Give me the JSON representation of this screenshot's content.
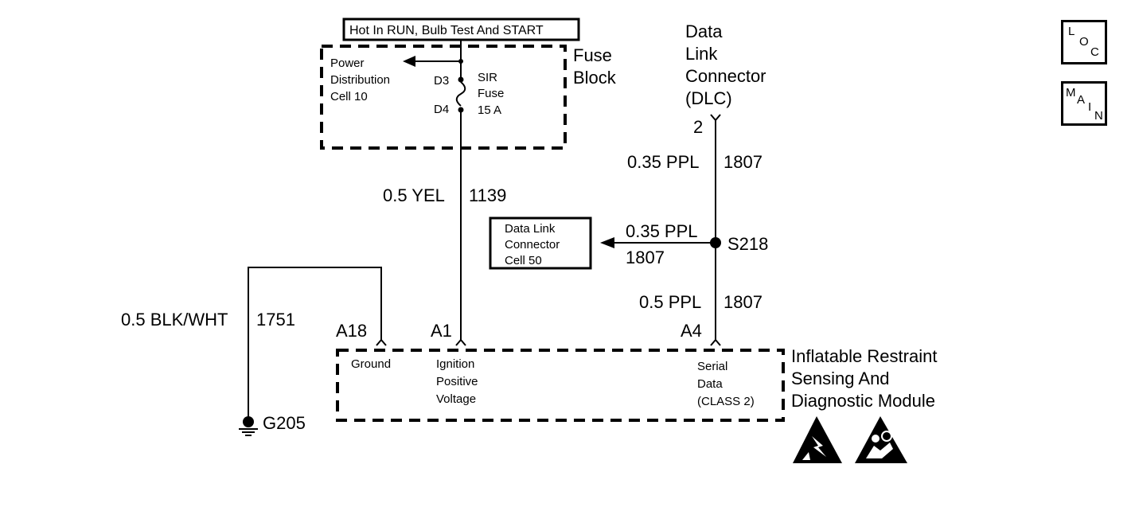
{
  "power_header": "Hot In RUN, Bulb Test And START",
  "fuse_block": {
    "title_1": "Fuse",
    "title_2": "Block",
    "power_dist_1": "Power",
    "power_dist_2": "Distribution",
    "power_dist_3": "Cell 10",
    "pin_top": "D3",
    "pin_bottom": "D4",
    "fuse_1": "SIR",
    "fuse_2": "Fuse",
    "fuse_3": "15 A"
  },
  "dlc": {
    "line1": "Data",
    "line2": "Link",
    "line3": "Connector",
    "line4": "(DLC)",
    "pin": "2"
  },
  "wires": {
    "yel_gauge": "0.5 YEL",
    "yel_circuit": "1139",
    "ppl_top_gauge": "0.35 PPL",
    "ppl_top_circuit": "1807",
    "ppl_branch_gauge": "0.35 PPL",
    "ppl_branch_circuit": "1807",
    "ppl_bottom_gauge": "0.5 PPL",
    "ppl_bottom_circuit": "1807",
    "blk_gauge": "0.5 BLK/WHT",
    "blk_circuit": "1751"
  },
  "splice": "S218",
  "dlc_ref": {
    "line1": "Data Link",
    "line2": "Connector",
    "line3": "Cell 50"
  },
  "module": {
    "title_1": "Inflatable Restraint",
    "title_2": "Sensing And",
    "title_3": "Diagnostic Module",
    "pin_a18": "A18",
    "pin_a1": "A1",
    "pin_a4": "A4",
    "ground": "Ground",
    "ign_1": "Ignition",
    "ign_2": "Positive",
    "ign_3": "Voltage",
    "serial_1": "Serial",
    "serial_2": "Data",
    "serial_3": "(CLASS 2)"
  },
  "ground_point": "G205",
  "nav": {
    "loc_l": "L",
    "loc_o": "O",
    "loc_c": "C",
    "main_m": "M",
    "main_a": "A",
    "main_i": "I",
    "main_n": "N"
  },
  "icons": [
    "esd-warning-icon",
    "airbag-warning-icon"
  ]
}
